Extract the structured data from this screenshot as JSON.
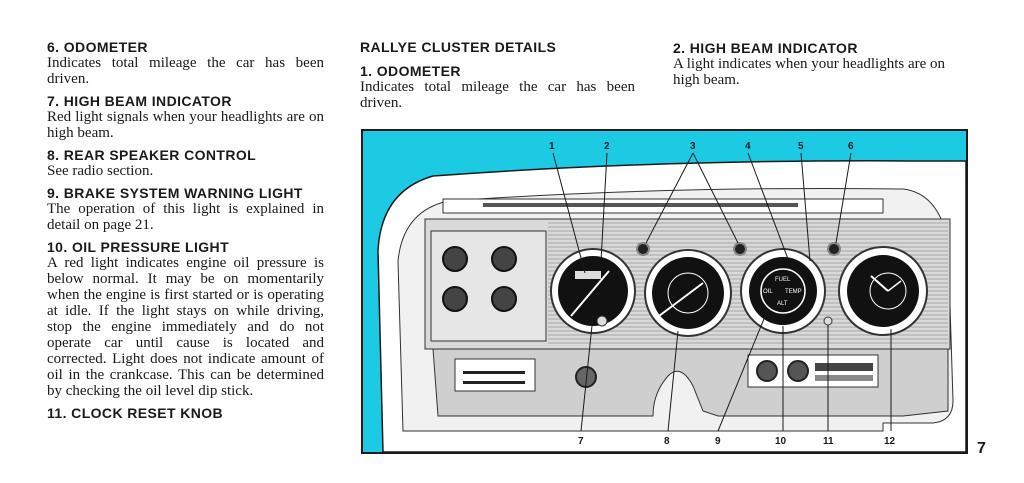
{
  "left_column": {
    "sections": [
      {
        "heading": "6.  ODOMETER",
        "text": "Indicates total mileage the car has been driven."
      },
      {
        "heading": "7.  HIGH BEAM INDICATOR",
        "text": "Red light signals when your headlights are on high beam."
      },
      {
        "heading": "8.  REAR SPEAKER CONTROL",
        "text": "See radio section."
      },
      {
        "heading": "9.  BRAKE SYSTEM WARNING LIGHT",
        "text": "The operation of this light is explained in detail on page 21."
      },
      {
        "heading": "10.  OIL PRESSURE LIGHT",
        "text": "A red light indicates engine oil pressure is below normal. It may be on momentarily when the engine is first started or is operating at idle. If the light stays on while driving, stop the engine immediately and do not operate car until cause is located and corrected. Light does not indicate amount of oil in the crankcase. This can be determined by checking the oil level dip stick."
      },
      {
        "heading": "11.  CLOCK RESET KNOB",
        "text": ""
      }
    ]
  },
  "middle_column": {
    "title": "RALLYE CLUSTER DETAILS",
    "sections": [
      {
        "heading": "1.  ODOMETER",
        "text": "Indicates total mileage the car has been driven."
      }
    ]
  },
  "right_column": {
    "sections": [
      {
        "heading": "2.  HIGH BEAM INDICATOR",
        "text": "A light indicates when your headlights are on high beam."
      }
    ]
  },
  "figure": {
    "background_color": "#1ccae4",
    "top_callouts": [
      "1",
      "2",
      "3",
      "4",
      "5",
      "6"
    ],
    "bottom_callouts": [
      "7",
      "8",
      "9",
      "10",
      "11",
      "12"
    ],
    "gauge_labels": {
      "fuel": "FUEL",
      "oil": "OIL",
      "temp": "TEMP",
      "alt": "ALT"
    }
  },
  "page_number": "7"
}
